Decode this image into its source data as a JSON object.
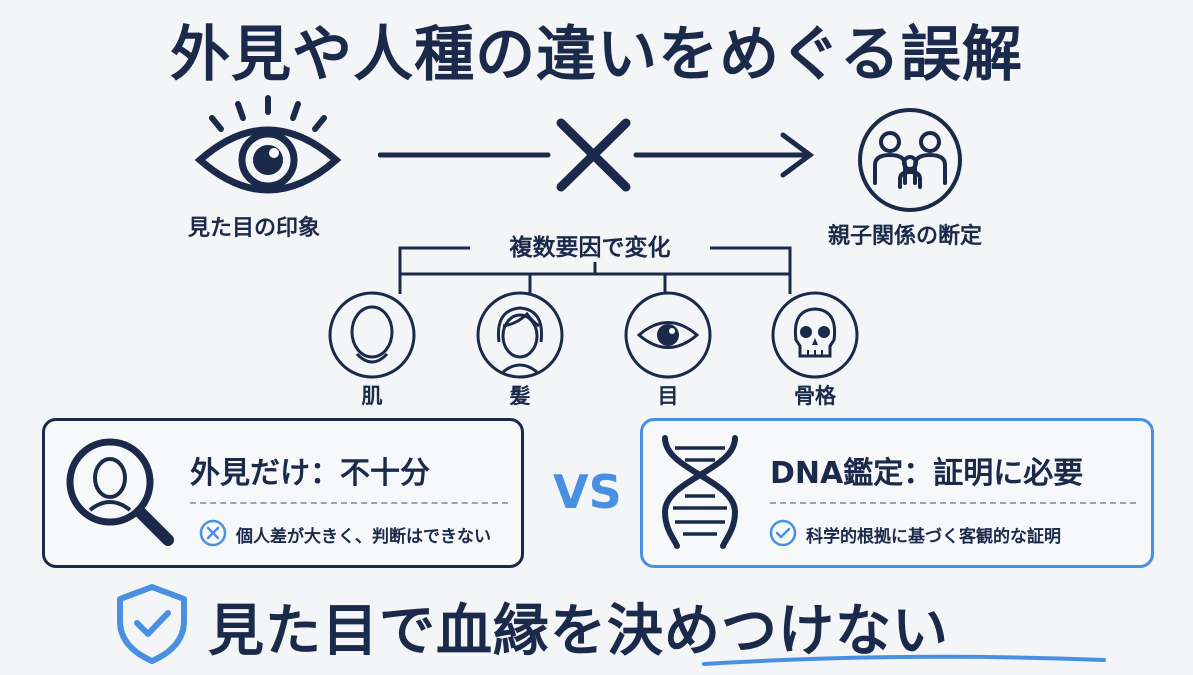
{
  "title": "外見や人種の違いをめぐる誤解",
  "top_flow": {
    "left_label": "見た目の印象",
    "right_label": "親子関係の断定"
  },
  "factors": {
    "title": "複数要因で変化",
    "items": [
      "肌",
      "髪",
      "目",
      "骨格"
    ]
  },
  "left_box": {
    "heading": "外見だけ：不十分",
    "note": "個人差が大きく、判断はできない"
  },
  "vs": "VS",
  "right_box": {
    "heading": "DNA鑑定：証明に必要",
    "note": "科学的根拠に基づく客観的な証明"
  },
  "bottom": "見た目で血縁を決めつけない",
  "colors": {
    "navy": "#1b2a4a",
    "blue": "#4a90e2",
    "background": "#f4f5f7"
  }
}
